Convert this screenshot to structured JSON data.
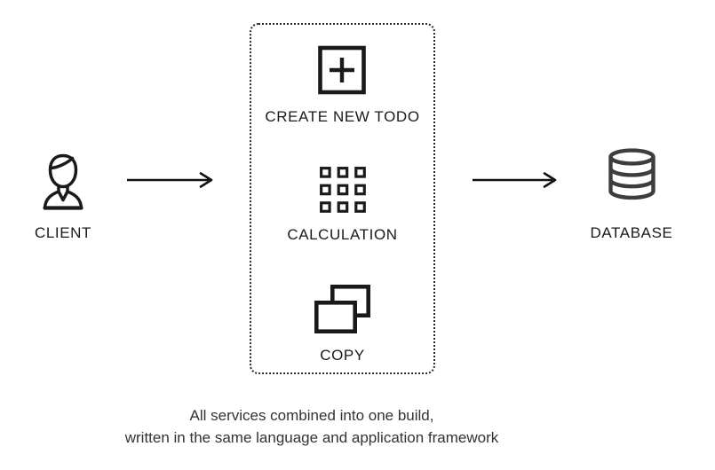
{
  "diagram": {
    "client": {
      "label": "CLIENT",
      "icon": "person-icon"
    },
    "services_box": {
      "items": [
        {
          "label": "CREATE NEW TODO",
          "icon": "plus-square-icon"
        },
        {
          "label": "CALCULATION",
          "icon": "grid-squares-icon"
        },
        {
          "label": "COPY",
          "icon": "copy-icon"
        }
      ]
    },
    "database": {
      "label": "DATABASE",
      "icon": "database-icon"
    },
    "caption": {
      "line1": "All services combined into one build,",
      "line2": "written in the same language and application framework"
    },
    "colors": {
      "background": "#ffffff",
      "ink": "#1a1a1a",
      "database_ink": "#3d3d3d",
      "caption_text": "#333333",
      "box_border": "#2b2b2b"
    }
  }
}
